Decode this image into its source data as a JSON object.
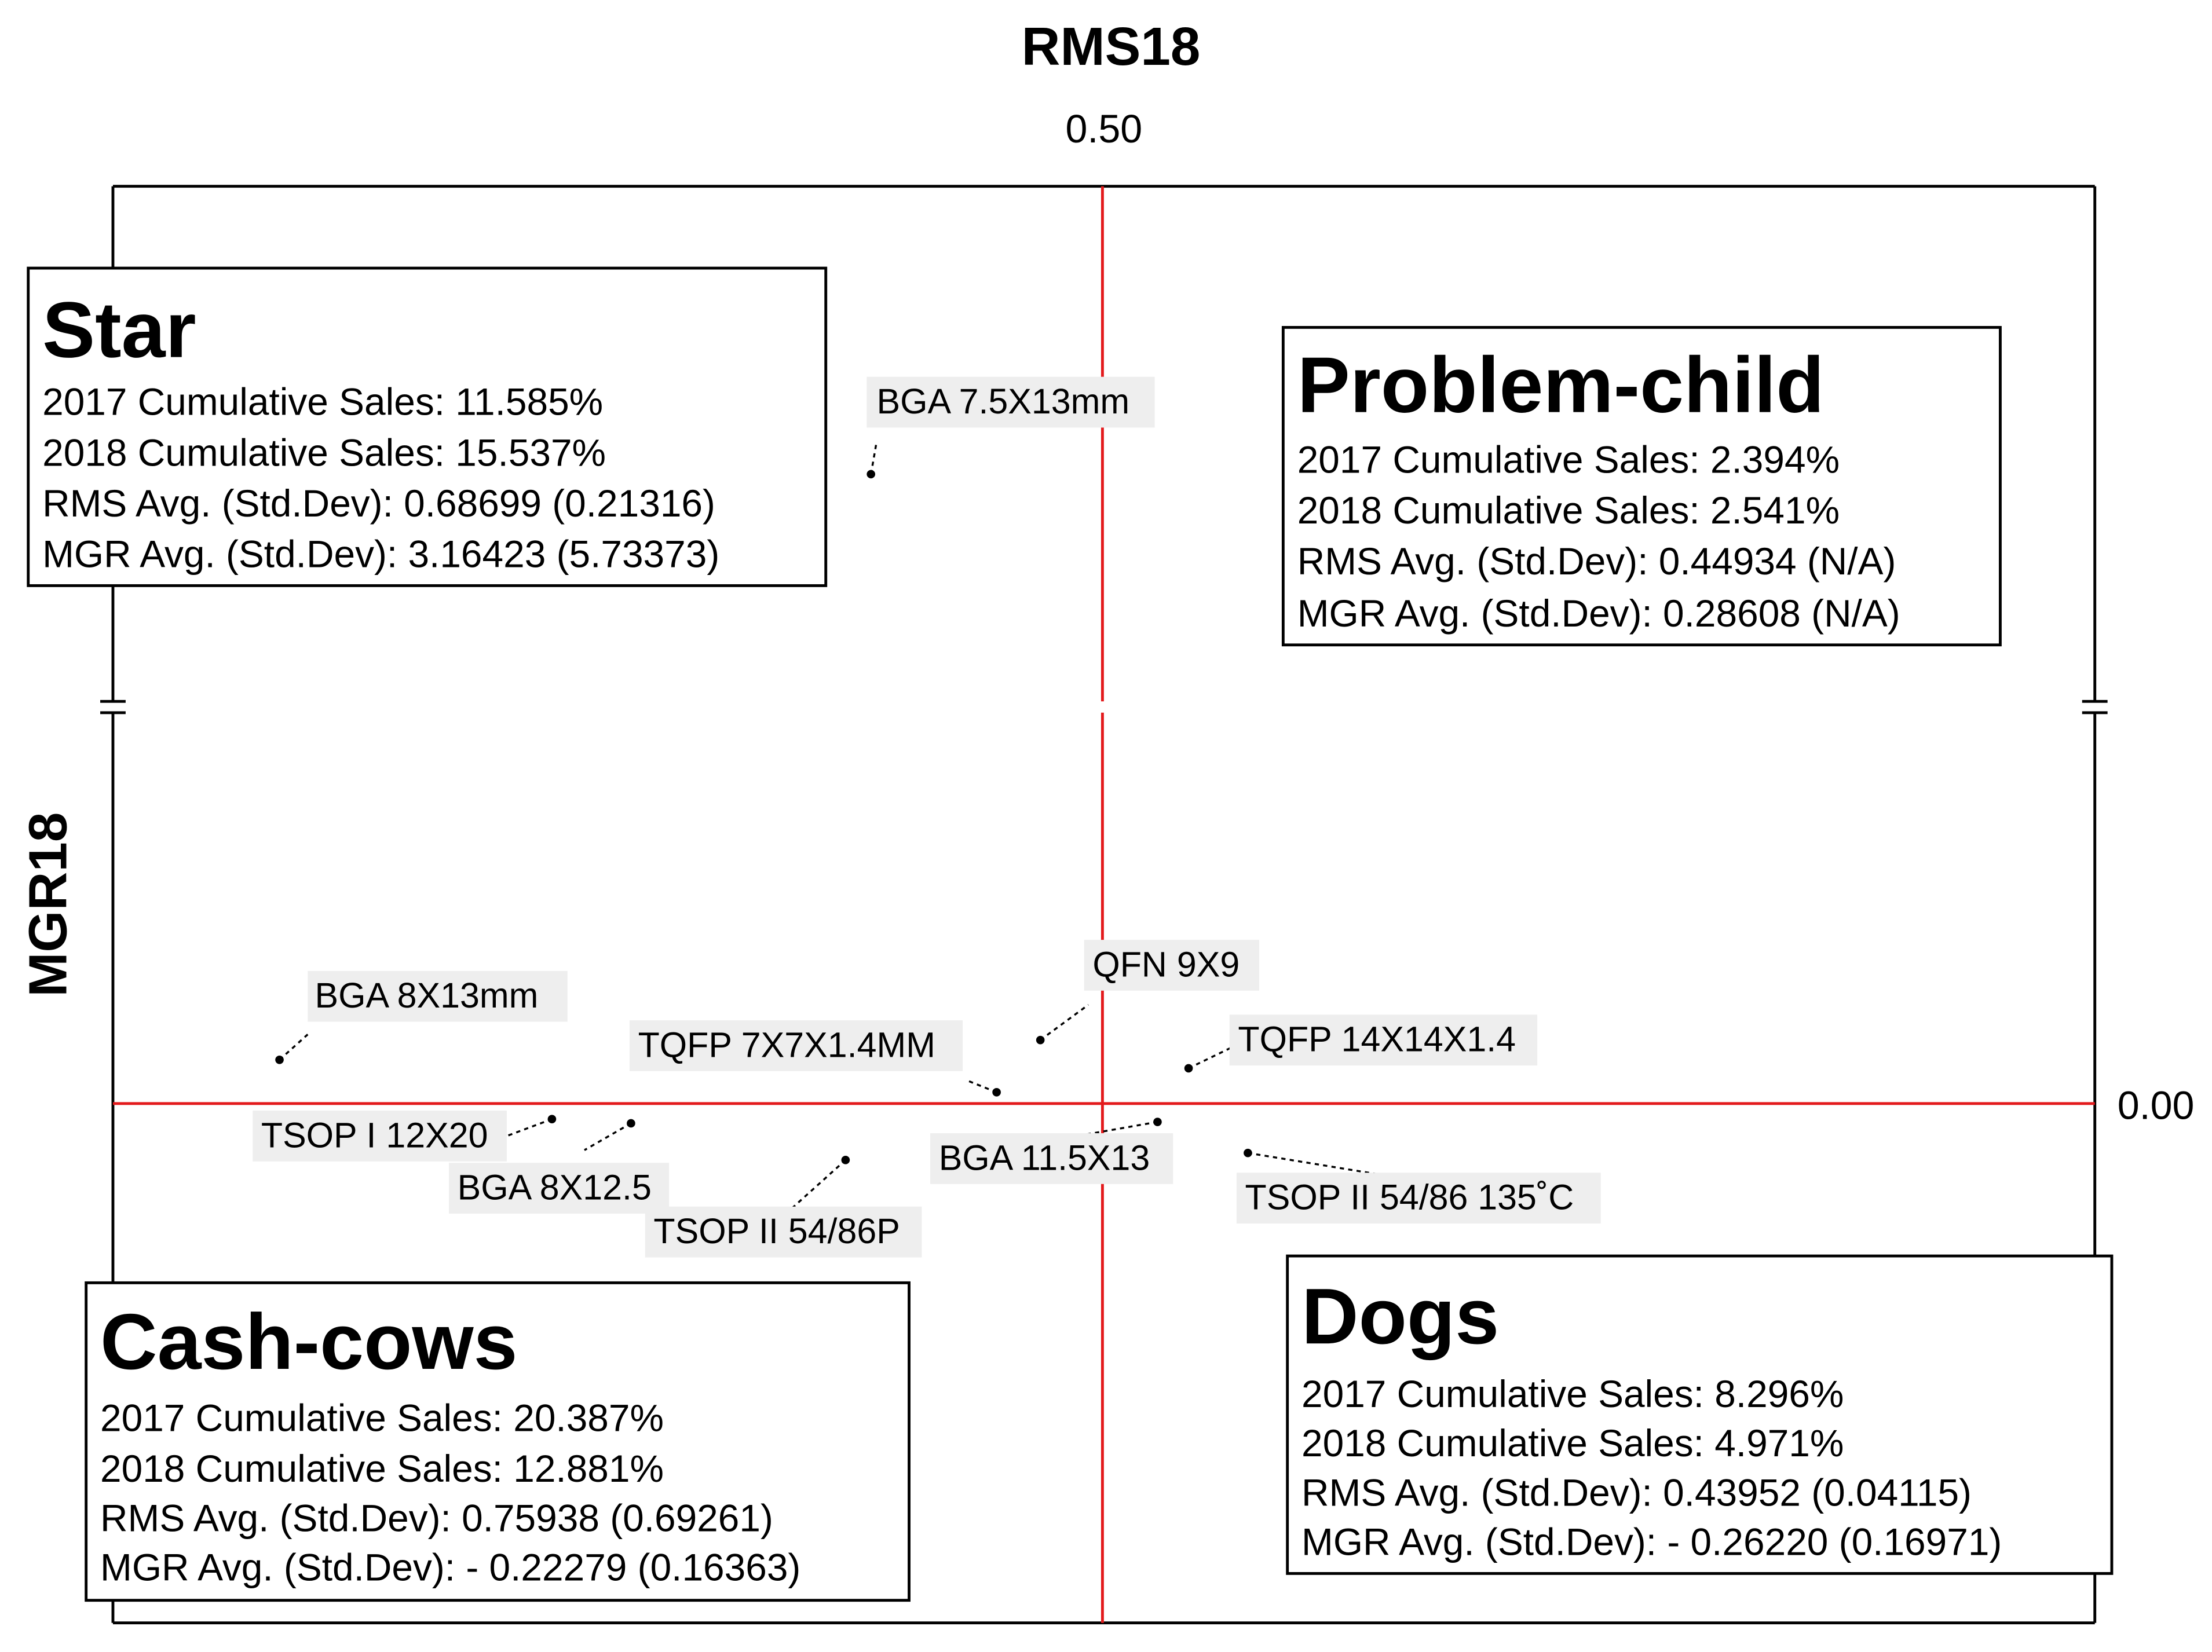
{
  "chart_data": {
    "type": "scatter",
    "title": "RMS18",
    "xlabel": "",
    "ylabel": "MGR18",
    "top_tick_label": "0.50",
    "right_tick_label": "0.00",
    "x_divider": 0.5,
    "y_divider": 0.0,
    "points": [
      {
        "label": "BGA 7.5X13mm"
      },
      {
        "label": "BGA 8X13mm"
      },
      {
        "label": "QFN 9X9"
      },
      {
        "label": "TQFP 7X7X1.4MM"
      },
      {
        "label": "TQFP 14X14X1.4"
      },
      {
        "label": "TSOP I 12X20"
      },
      {
        "label": "BGA 8X12.5"
      },
      {
        "label": "TSOP II 54/86P"
      },
      {
        "label": "BGA 11.5X13"
      },
      {
        "label": "TSOP II 54/86 135˚C"
      }
    ],
    "quadrants": [
      {
        "name": "Star",
        "lines": [
          "2017 Cumulative Sales: 11.585%",
          "2018 Cumulative Sales: 15.537%",
          "RMS Avg. (Std.Dev): 0.68699 (0.21316)",
          "MGR Avg. (Std.Dev): 3.16423 (5.73373)"
        ]
      },
      {
        "name": "Problem-child",
        "lines": [
          "2017 Cumulative Sales: 2.394%",
          "2018 Cumulative Sales: 2.541%",
          "RMS Avg. (Std.Dev): 0.44934 (N/A)",
          "MGR Avg. (Std.Dev): 0.28608 (N/A)"
        ]
      },
      {
        "name": "Cash-cows",
        "lines": [
          "2017 Cumulative Sales: 20.387%",
          "2018 Cumulative Sales: 12.881%",
          "RMS Avg. (Std.Dev): 0.75938 (0.69261)",
          "MGR Avg. (Std.Dev): - 0.22279 (0.16363)"
        ]
      },
      {
        "name": "Dogs",
        "lines": [
          "2017 Cumulative Sales: 8.296%",
          "2018 Cumulative Sales: 4.971%",
          "RMS Avg. (Std.Dev): 0.43952 (0.04115)",
          "MGR Avg. (Std.Dev): - 0.26220 (0.16971)"
        ]
      }
    ],
    "colors": {
      "divider": "#e31a1c",
      "frame": "#000000",
      "label_bg": "#eeeeee",
      "text": "#000000"
    }
  }
}
